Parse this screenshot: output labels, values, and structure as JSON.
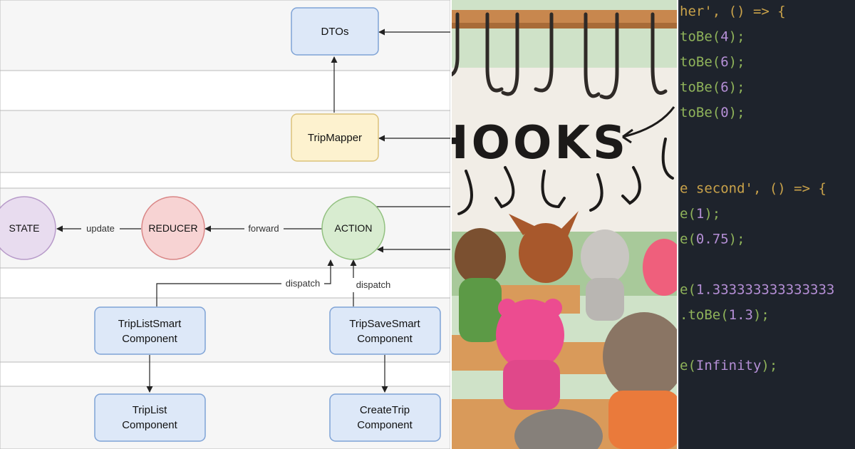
{
  "diagram": {
    "nodes": {
      "dtos": "DTOs",
      "trip_mapper": "TripMapper",
      "state": "STATE",
      "reducer": "REDUCER",
      "action": "ACTION",
      "trip_list_smart": [
        "TripListSmart",
        "Component"
      ],
      "trip_save_smart": [
        "TripSaveSmart",
        "Component"
      ],
      "trip_list": [
        "TripList",
        "Component"
      ],
      "create_trip": [
        "CreateTrip",
        "Component"
      ]
    },
    "edge_labels": {
      "update": "update",
      "forward": "forward",
      "dispatch_left": "dispatch",
      "dispatch_right": "dispatch"
    },
    "colors": {
      "blue_fill": "#dde8f8",
      "blue_stroke": "#7fa3d6",
      "yellow_fill": "#fdf2cf",
      "yellow_stroke": "#dcc27a",
      "purple_fill": "#e8dcef",
      "purple_stroke": "#b79ac9",
      "red_fill": "#f7d3d3",
      "red_stroke": "#d98686",
      "green_fill": "#d8ecd0",
      "green_stroke": "#93c181"
    }
  },
  "illustration": {
    "board_text": "HOOKS",
    "colors": {
      "wall": "#cfe2c8",
      "board": "#f1ede6",
      "rail": "#c8874e",
      "hook": "#2f2a27"
    }
  },
  "code": {
    "lines": [
      {
        "text": "her', () => {",
        "color": "#c9a24a"
      },
      {
        "text": "toBe(4);",
        "color": "#8fb35a"
      },
      {
        "text": "toBe(6);",
        "color": "#8fb35a"
      },
      {
        "text": "toBe(6);",
        "color": "#8fb35a"
      },
      {
        "text": "toBe(0);",
        "color": "#8fb35a"
      },
      {
        "text": "",
        "color": "#8fb35a"
      },
      {
        "text": "",
        "color": "#8fb35a"
      },
      {
        "text": "e second', () => {",
        "color": "#c9a24a"
      },
      {
        "text": "e(1);",
        "color": "#8fb35a"
      },
      {
        "text": "e(0.75);",
        "color": "#8fb35a"
      },
      {
        "text": "",
        "color": "#8fb35a"
      },
      {
        "text": "e(1.333333333333333",
        "color": "#8fb35a"
      },
      {
        "text": ".toBe(1.3);",
        "color": "#8fb35a"
      },
      {
        "text": "",
        "color": "#8fb35a"
      },
      {
        "text": "e(Infinity);",
        "color": "#8fb35a"
      }
    ],
    "number_color": "#b58fd6",
    "background": "#1e232c"
  }
}
